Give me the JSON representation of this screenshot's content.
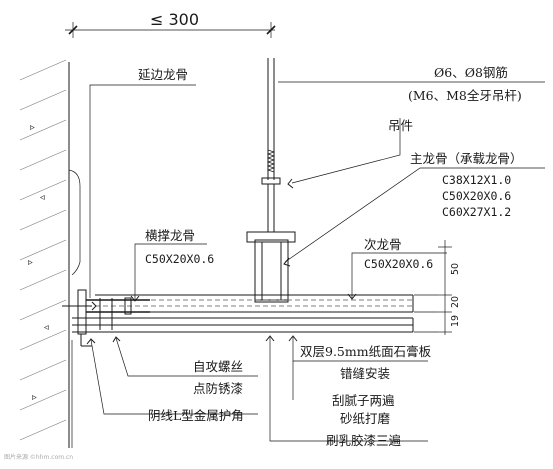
{
  "dimensions": {
    "width_label": "≤ 300",
    "v_50": "50",
    "v_20": "20",
    "v_19": "19"
  },
  "labels": {
    "edge_keel": "延边龙骨",
    "rebar": "Ø6、Ø8钢筋",
    "rod_note": "(M6、M8全牙吊杆)",
    "hanger": "吊件",
    "main_keel": "主龙骨（承载龙骨）",
    "main_spec_1": "C38X12X1.0",
    "main_spec_2": "C50X20X0.6",
    "main_spec_3": "C60X27X1.2",
    "cross_keel": "横撑龙骨",
    "cross_spec": "C50X20X0.6",
    "secondary_keel": "次龙骨",
    "secondary_spec": "C50X20X0.6",
    "screw": "自攻螺丝",
    "rust": "点防锈漆",
    "corner": "阴线L型金属护角",
    "board": "双层9.5mm纸面石膏板",
    "stagger": "错缝安装",
    "putty": "刮腻子两遍",
    "sand": "砂纸打磨",
    "paint": "刷乳胶漆三遍"
  },
  "watermark": "图片来源 ©hhm.com.cn"
}
